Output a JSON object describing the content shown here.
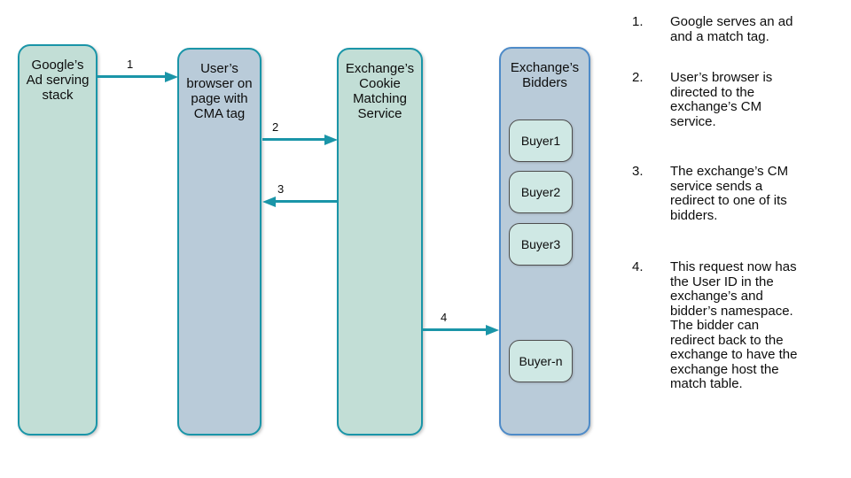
{
  "diagram": {
    "nodes": [
      {
        "id": "google-ad-serving-stack",
        "label": "Google’s\nAd serving\nstack"
      },
      {
        "id": "user-browser",
        "label": "User’s\nbrowser on\npage with\nCMA tag"
      },
      {
        "id": "exchange-cm-service",
        "label": "Exchange’s\nCookie\nMatching\nService"
      },
      {
        "id": "exchange-bidders",
        "label": "Exchange’s\nBidders",
        "children": [
          {
            "label": "Buyer1"
          },
          {
            "label": "Buyer2"
          },
          {
            "label": "Buyer3"
          },
          {
            "label": "Buyer-n"
          }
        ]
      }
    ],
    "arrows": [
      {
        "label": "1",
        "from": "google-ad-serving-stack",
        "to": "user-browser",
        "direction": "right"
      },
      {
        "label": "2",
        "from": "user-browser",
        "to": "exchange-cm-service",
        "direction": "right"
      },
      {
        "label": "3",
        "from": "exchange-cm-service",
        "to": "user-browser",
        "direction": "left"
      },
      {
        "label": "4",
        "from": "exchange-cm-service",
        "to": "exchange-bidders",
        "direction": "right"
      }
    ]
  },
  "steps": [
    {
      "num": "1.",
      "text": "Google serves an ad\nand a match tag."
    },
    {
      "num": "2.",
      "text": "User’s browser is\ndirected to the\nexchange’s CM\nservice."
    },
    {
      "num": "3.",
      "text": "The exchange’s CM\nservice sends a\nredirect to one of its\nbidders."
    },
    {
      "num": "4.",
      "text": "This request now has\nthe User ID in the\nexchange’s and\nbidder’s namespace.\nThe bidder can\nredirect back to the\nexchange to have the\nexchange host the\nmatch table."
    }
  ],
  "colors": {
    "accent_teal": "#1a95a8",
    "node_green_fill": "#c2ded6",
    "node_blue_fill": "#b9cbd9",
    "bidders_border_blue": "#4e8bc8",
    "buyer_fill": "#cfe8e4",
    "buyer_border": "#4d4d4d",
    "text": "#0d0d0d",
    "background": "#ffffff"
  }
}
